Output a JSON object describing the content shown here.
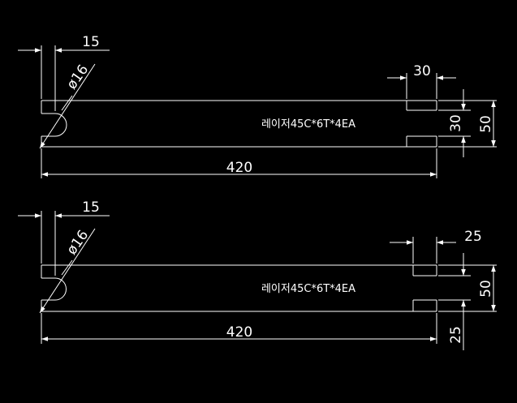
{
  "colors": {
    "background": "#000000",
    "line": "#ffffff"
  },
  "parts": [
    {
      "dim_hole_offset": "15",
      "dim_diameter": "ø16",
      "dim_slot_width": "30",
      "dim_slot_height": "30",
      "dim_height": "50",
      "dim_length": "420",
      "note": "레이저45C*6T*4EA"
    },
    {
      "dim_hole_offset": "15",
      "dim_diameter": "ø16",
      "dim_slot_width": "25",
      "dim_slot_height": "25",
      "dim_height": "50",
      "dim_length": "420",
      "note": "레이저45C*6T*4EA"
    }
  ]
}
